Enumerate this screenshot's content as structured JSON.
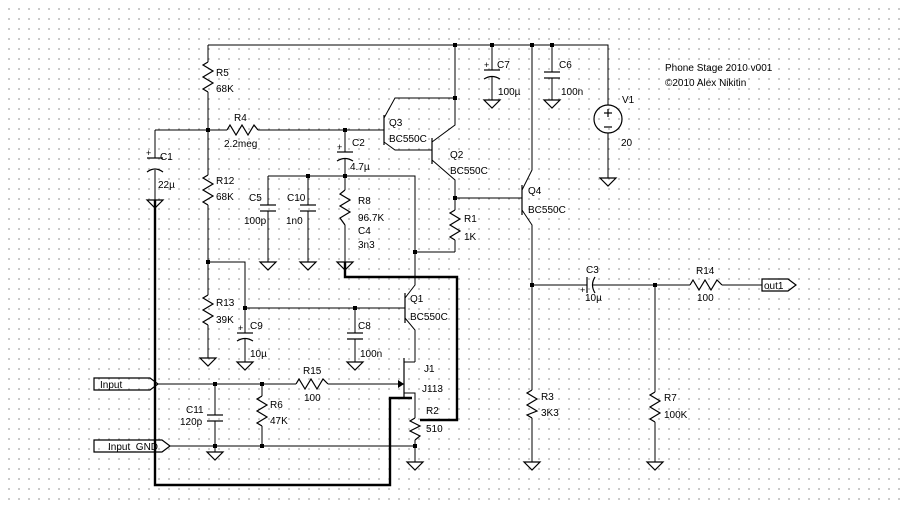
{
  "title": {
    "line1": "Phone Stage 2010 v001",
    "line2": "©2010 Alex Nikitin"
  },
  "components": {
    "R5": {
      "ref": "R5",
      "value": "68K"
    },
    "R4": {
      "ref": "R4",
      "value": "2.2meg"
    },
    "R12": {
      "ref": "R12",
      "value": "68K"
    },
    "R13": {
      "ref": "R13",
      "value": "39K"
    },
    "R8": {
      "ref": "R8",
      "value": "96.7K"
    },
    "R1": {
      "ref": "R1",
      "value": "1K"
    },
    "R15": {
      "ref": "R15",
      "value": "100"
    },
    "R6": {
      "ref": "R6",
      "value": "47K"
    },
    "R2": {
      "ref": "R2",
      "value": "510"
    },
    "R3": {
      "ref": "R3",
      "value": "3K3"
    },
    "R7": {
      "ref": "R7",
      "value": "100K"
    },
    "R14": {
      "ref": "R14",
      "value": "100"
    },
    "C1": {
      "ref": "C1",
      "value": "22µ"
    },
    "C2": {
      "ref": "C2",
      "value": "4.7µ"
    },
    "C4": {
      "ref": "C4",
      "value": "3n3"
    },
    "C5": {
      "ref": "C5",
      "value": "100p"
    },
    "C10": {
      "ref": "C10",
      "value": "1n0"
    },
    "C9": {
      "ref": "C9",
      "value": "10µ"
    },
    "C8": {
      "ref": "C8",
      "value": "100n"
    },
    "C11": {
      "ref": "C11",
      "value": "120p"
    },
    "C7": {
      "ref": "C7",
      "value": "100µ"
    },
    "C6": {
      "ref": "C6",
      "value": "100n"
    },
    "C3": {
      "ref": "C3",
      "value": "10µ"
    },
    "Q1": {
      "ref": "Q1",
      "value": "BC550C"
    },
    "Q2": {
      "ref": "Q2",
      "value": "BC550C"
    },
    "Q3": {
      "ref": "Q3",
      "value": "BC550C"
    },
    "Q4": {
      "ref": "Q4",
      "value": "BC550C"
    },
    "J1": {
      "ref": "J1",
      "value": "J113"
    },
    "V1": {
      "ref": "V1",
      "value": "20"
    }
  },
  "ports": {
    "input": "Input",
    "input_gnd": "Input_GND",
    "output": "out1"
  }
}
